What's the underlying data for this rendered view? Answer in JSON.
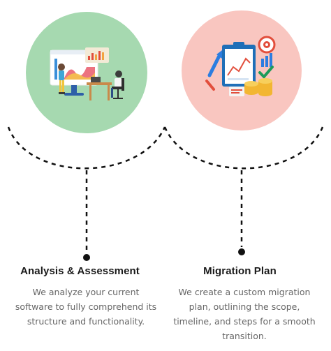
{
  "steps": [
    {
      "title": "Analysis & Assessment",
      "description": "We analyze your current software to fully comprehend its structure and functionality.",
      "circle_color": "#a6d9b0"
    },
    {
      "title": "Migration Plan",
      "description": "We create a custom migration plan, outlining the scope, timeline, and steps for a smooth transition.",
      "circle_color": "#f9c6c0"
    }
  ],
  "connector_color": "#111111"
}
